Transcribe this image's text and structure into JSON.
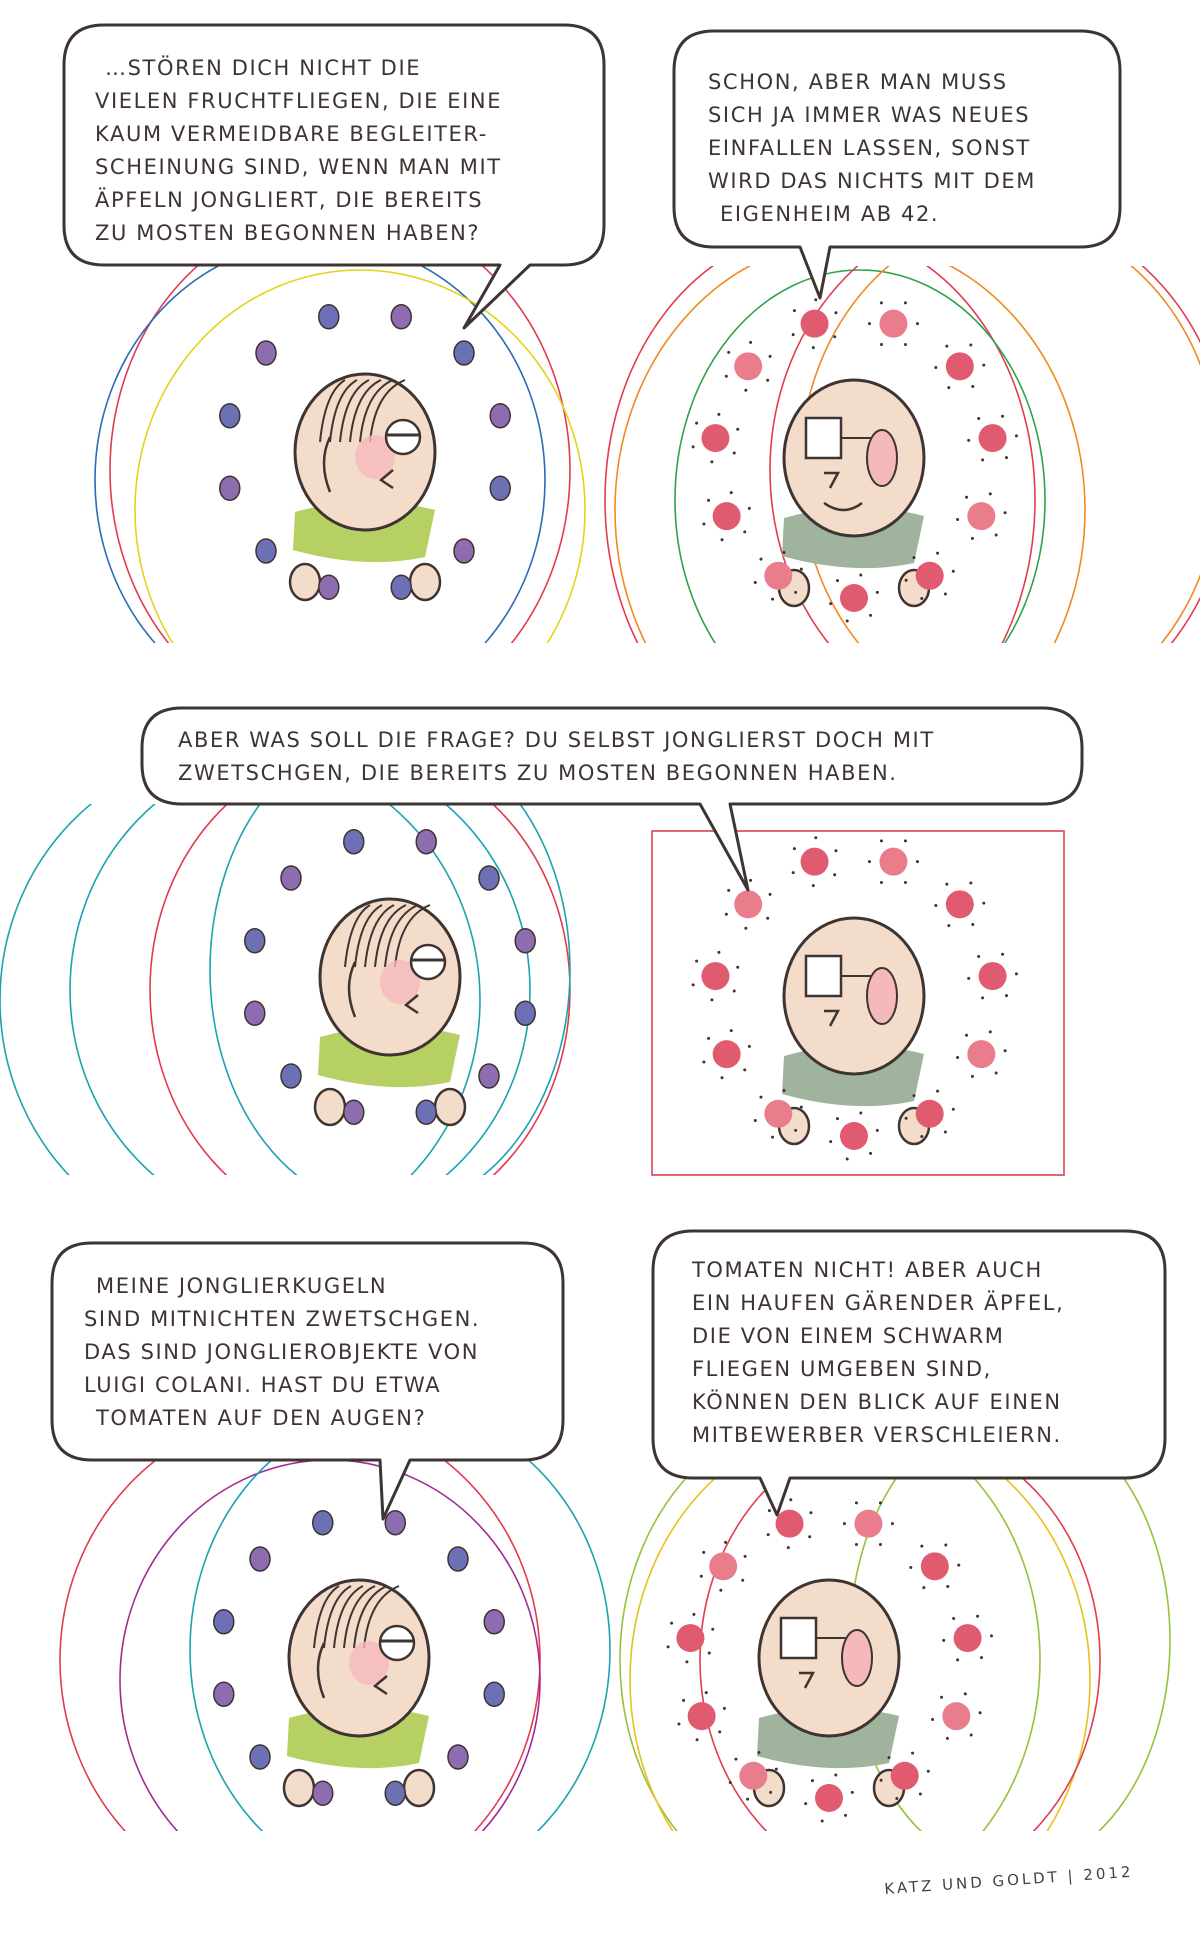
{
  "panels": [
    {
      "speaker": "left",
      "lines": [
        "…stören dich nicht die",
        "vielen Fruchtfliegen, die eine",
        "kaum vermeidbare Begleiter-",
        "scheinung sind, wenn man mit",
        "Äpfeln jongliert, die bereits",
        "zu mosten begonnen haben?"
      ]
    },
    {
      "speaker": "right",
      "lines": [
        "Schon, aber man muss",
        "sich ja immer was Neues",
        "einfallen lassen, sonst",
        "wird das nichts mit dem",
        "Eigenheim ab 42."
      ]
    },
    {
      "speaker": "right",
      "lines": [
        "Aber was soll die Frage? Du selbst jonglierst doch mit",
        "Zwetschgen, die bereits zu mosten begonnen haben."
      ]
    },
    {
      "speaker": "left",
      "lines": [
        "Meine Jonglierkugeln",
        "sind mitnichten Zwetschgen.",
        "Das sind Jonglierobjekte von",
        "Luigi Colani. Hast du etwa",
        "Tomaten auf den Augen?"
      ]
    },
    {
      "speaker": "right",
      "lines": [
        "Tomaten nicht! Aber auch",
        "ein Haufen gärender Äpfel,",
        "die von einem Schwarm",
        "Fliegen umgeben sind,",
        "können den Blick auf einen",
        "Mitbewerber verschleiern."
      ]
    }
  ],
  "signature": "KATZ UND GOLDT | 2012",
  "colors": {
    "ink": "#3e3431",
    "skin": "#f4dccb",
    "plum": "#7f6fae",
    "apple": "#e05a70",
    "shirt_green": "#b7d063",
    "shirt_grey": "#9fb39d"
  }
}
